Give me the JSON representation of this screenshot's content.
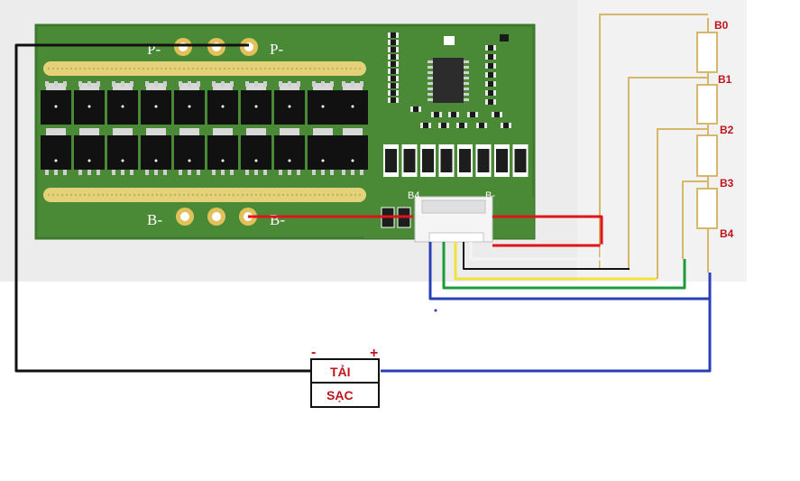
{
  "board": {
    "pads_top_left": "P-",
    "pads_top_right": "P-",
    "pads_bottom_left": "B-",
    "pads_bottom_right": "B-",
    "connector_left": "B4",
    "connector_right": "B-",
    "colors": {
      "pcb": "#4a8a36",
      "pcb_dark": "#3b7a2b",
      "silk": "#e3d27a",
      "pad": "#e2c15a"
    }
  },
  "cells": {
    "nodes": [
      "B0",
      "B1",
      "B2",
      "B3",
      "B4"
    ]
  },
  "load_box": {
    "minus": "-",
    "plus": "+",
    "load_label": "TẢI",
    "charge_label": "SẠC"
  },
  "wire_colors": {
    "black": "#111111",
    "red": "#e0141b",
    "blue": "#2b3fb5",
    "green": "#1d9b3a",
    "yellow": "#f0e23a",
    "white": "#f4f4f4",
    "tan": "#d6b86a"
  }
}
